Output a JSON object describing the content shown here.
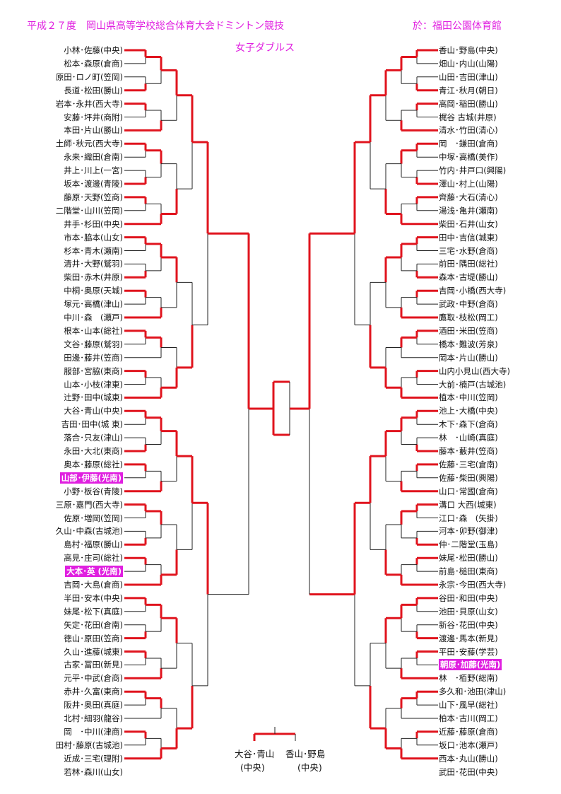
{
  "header": {
    "title": "平成２７度　岡山県高等学校総合体育大会ドミントン競技",
    "venue": "於：福田公園体育館",
    "event": "女子ダブルス"
  },
  "accent_color": "#e020e0",
  "line_color": "#e0141e",
  "left_players": [
    {
      "name": "小林･佐藤(中央)"
    },
    {
      "name": "松本･森原(倉商)"
    },
    {
      "name": "原田･ロノ町(笠岡)"
    },
    {
      "name": "長道･松田(勝山)"
    },
    {
      "name": "岩本･永井(西大寺)"
    },
    {
      "name": "安藤･坪井(商附)"
    },
    {
      "name": "本田･片山(勝山)"
    },
    {
      "name": "土師･秋元(西大寺)"
    },
    {
      "name": "永来･織田(倉南)"
    },
    {
      "name": "井上･川上(一宮)"
    },
    {
      "name": "坂本･渡邊(青陵)"
    },
    {
      "name": "藤原･天野(笠商)"
    },
    {
      "name": "二階堂･山川(笠岡)"
    },
    {
      "name": "井手･杉田(中央)"
    },
    {
      "name": "市本･脇本(山女)"
    },
    {
      "name": "杉本･青木(瀬南)"
    },
    {
      "name": "清井･大野(鷲羽)"
    },
    {
      "name": "柴田･赤木(井原)"
    },
    {
      "name": "中桐･奥原(天城)"
    },
    {
      "name": "塚元･高橋(津山)"
    },
    {
      "name": "中川･森　(瀬戸)"
    },
    {
      "name": "根本･山本(総社)"
    },
    {
      "name": "文谷･藤原(鷲羽)"
    },
    {
      "name": "田邊･藤井(笠商)"
    },
    {
      "name": "服部･宮脇(東商)"
    },
    {
      "name": "山本･小枝(津東)"
    },
    {
      "name": "辻野･田中(城東)"
    },
    {
      "name": "大谷･青山(中央)"
    },
    {
      "name": "吉田･田中(城 東)"
    },
    {
      "name": "落合･只友(津山)"
    },
    {
      "name": "永田･大北(東商)"
    },
    {
      "name": "奥本･藤原(総社)"
    },
    {
      "name": "山部･伊藤(光南)",
      "hl": true
    },
    {
      "name": "小野･板谷(青陵)"
    },
    {
      "name": "三原･嘉門(西大寺)"
    },
    {
      "name": "佐原･増岡(笠岡)"
    },
    {
      "name": "久山･中森(古城池)"
    },
    {
      "name": "島村･福原(勝山)"
    },
    {
      "name": "高見･庄司(総社)"
    },
    {
      "name": "大本･英 (光南)",
      "hl": true
    },
    {
      "name": "吉岡･大島(倉商)"
    },
    {
      "name": "半田･安本(中央)"
    },
    {
      "name": "妹尾･松下(真庭)"
    },
    {
      "name": "矢定･花田(倉南)"
    },
    {
      "name": "徳山･原田(笠商)"
    },
    {
      "name": "久山･進藤(城東)"
    },
    {
      "name": "古家･冨田(新見)"
    },
    {
      "name": "元平･中武(倉商)"
    },
    {
      "name": "赤井･久富(東商)"
    },
    {
      "name": "阪井･奥田(真庭)"
    },
    {
      "name": "北村･細羽(龍谷)"
    },
    {
      "name": "岡　･中川(津商)"
    },
    {
      "name": "田村･藤原(古城池)"
    },
    {
      "name": "近成･三宅(理附)"
    },
    {
      "name": "若林･森川(山女)"
    }
  ],
  "right_players": [
    {
      "name": "香山･野島(中央)"
    },
    {
      "name": "畑山･内山(山陽)"
    },
    {
      "name": "山田･吉田(津山)"
    },
    {
      "name": "青江･秋月(朝日)"
    },
    {
      "name": "高岡･稲田(勝山)"
    },
    {
      "name": "梶谷 古城(井原)"
    },
    {
      "name": "清水･竹田(清心)"
    },
    {
      "name": "岡　･鎌田(倉商)"
    },
    {
      "name": "中塚･高橋(美作)"
    },
    {
      "name": "竹内･井戸口(興陽)"
    },
    {
      "name": "澤山･村上(山陽)"
    },
    {
      "name": "齊藤･大石(清心)"
    },
    {
      "name": "湯浅･亀井(瀬南)"
    },
    {
      "name": "柴田･石井(山女)"
    },
    {
      "name": "田中･吉信(城東)"
    },
    {
      "name": "三宅･水野(倉商)"
    },
    {
      "name": "前田･隅田(総社)"
    },
    {
      "name": "森本･古堤(勝山)"
    },
    {
      "name": "吉岡･小橋(西大寺)"
    },
    {
      "name": "武政･中野(倉商)"
    },
    {
      "name": "鷹取･枝松(岡工)"
    },
    {
      "name": "酒田･米田(笠商)"
    },
    {
      "name": "橋本･難波(芳泉)"
    },
    {
      "name": "岡本･片山(勝山)"
    },
    {
      "name": "山内小見山(西大寺)"
    },
    {
      "name": "大前･楠戸(古城池)"
    },
    {
      "name": "植本･中川(笠岡)"
    },
    {
      "name": "池上･大橋(中央)"
    },
    {
      "name": "木下･森下(倉商)"
    },
    {
      "name": "林　･山崎(真庭)"
    },
    {
      "name": "藤本･藪井(笠商)"
    },
    {
      "name": "佐藤･三宅(倉南)"
    },
    {
      "name": "佐藤･柴田(興陽)"
    },
    {
      "name": "山口･常國(倉商)"
    },
    {
      "name": "溝口 大西(城東)"
    },
    {
      "name": "江口･森　(矢掛)"
    },
    {
      "name": "河本･卯野(御津)"
    },
    {
      "name": "仲･二階堂(玉島)"
    },
    {
      "name": "妹尾･松田(勝山)"
    },
    {
      "name": "前島･槌田(東商)"
    },
    {
      "name": "永宗･今田(西大寺)"
    },
    {
      "name": "谷田･和田(中央)"
    },
    {
      "name": "池田･貝原(山女)"
    },
    {
      "name": "新谷･花田(中央)"
    },
    {
      "name": "渡邊･馬本(新見)"
    },
    {
      "name": "平田･安藤(学芸)"
    },
    {
      "name": "朝原･加藤(光南)",
      "hl": true
    },
    {
      "name": "林　･栢野(総南)"
    },
    {
      "name": "多久和･池田(津山)"
    },
    {
      "name": "山下･風早(総社)"
    },
    {
      "name": "柏本･古川(岡工)"
    },
    {
      "name": "近藤･藤原(倉商)"
    },
    {
      "name": "坂口･池本(瀬戸)"
    },
    {
      "name": "西本･丸山(勝山)"
    },
    {
      "name": "武田･花田(中央)"
    }
  ],
  "final": {
    "left_name": "大谷･青山",
    "left_school": "(中央)",
    "right_name": "香山･野島",
    "right_school": "(中央)"
  }
}
